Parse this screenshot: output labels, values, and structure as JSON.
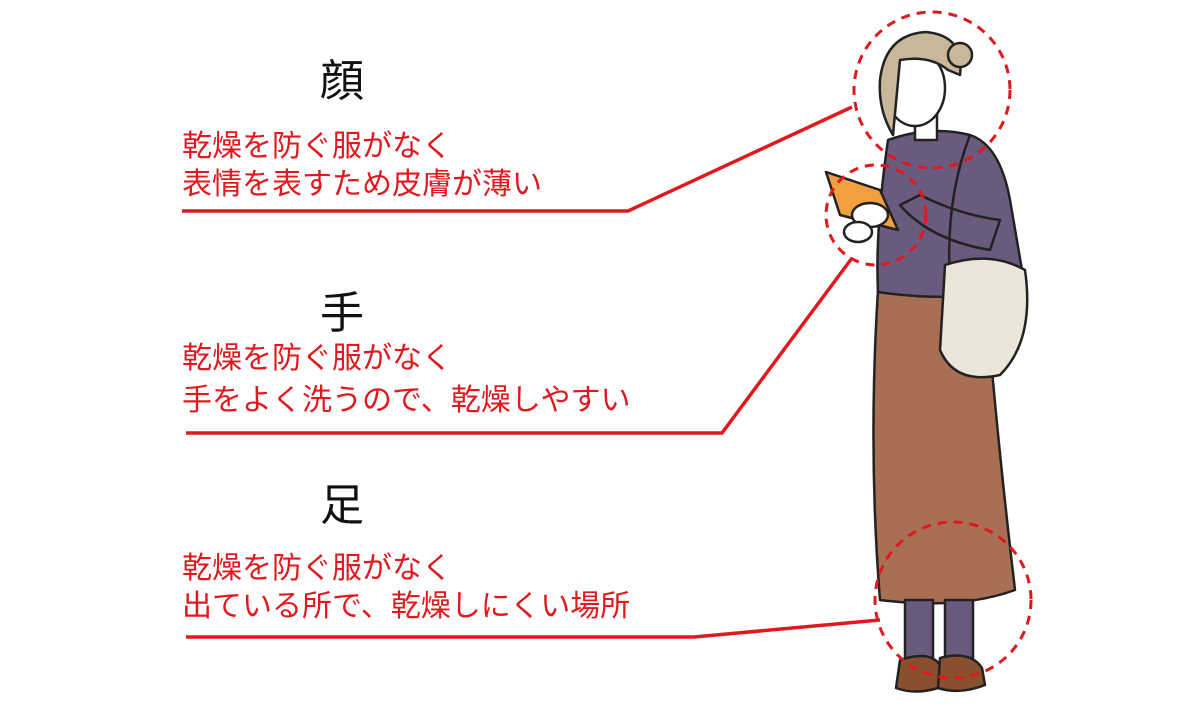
{
  "colors": {
    "accent": "#e0191e",
    "heading": "#111111",
    "top": "#6a5a7e",
    "skirt": "#a86f55",
    "bag": "#ebe5da",
    "book": "#f0a040"
  },
  "sections": [
    {
      "heading": "顔",
      "line1": "乾燥を防ぐ服がなく",
      "line2": "表情を表すため皮膚が薄い"
    },
    {
      "heading": "手",
      "line1": "乾燥を防ぐ服がなく",
      "line2": "手をよく洗うので、乾燥しやすい"
    },
    {
      "heading": "足",
      "line1": "乾燥を防ぐ服がなく",
      "line2": "出ている所で、乾燥しにくい場所"
    }
  ]
}
